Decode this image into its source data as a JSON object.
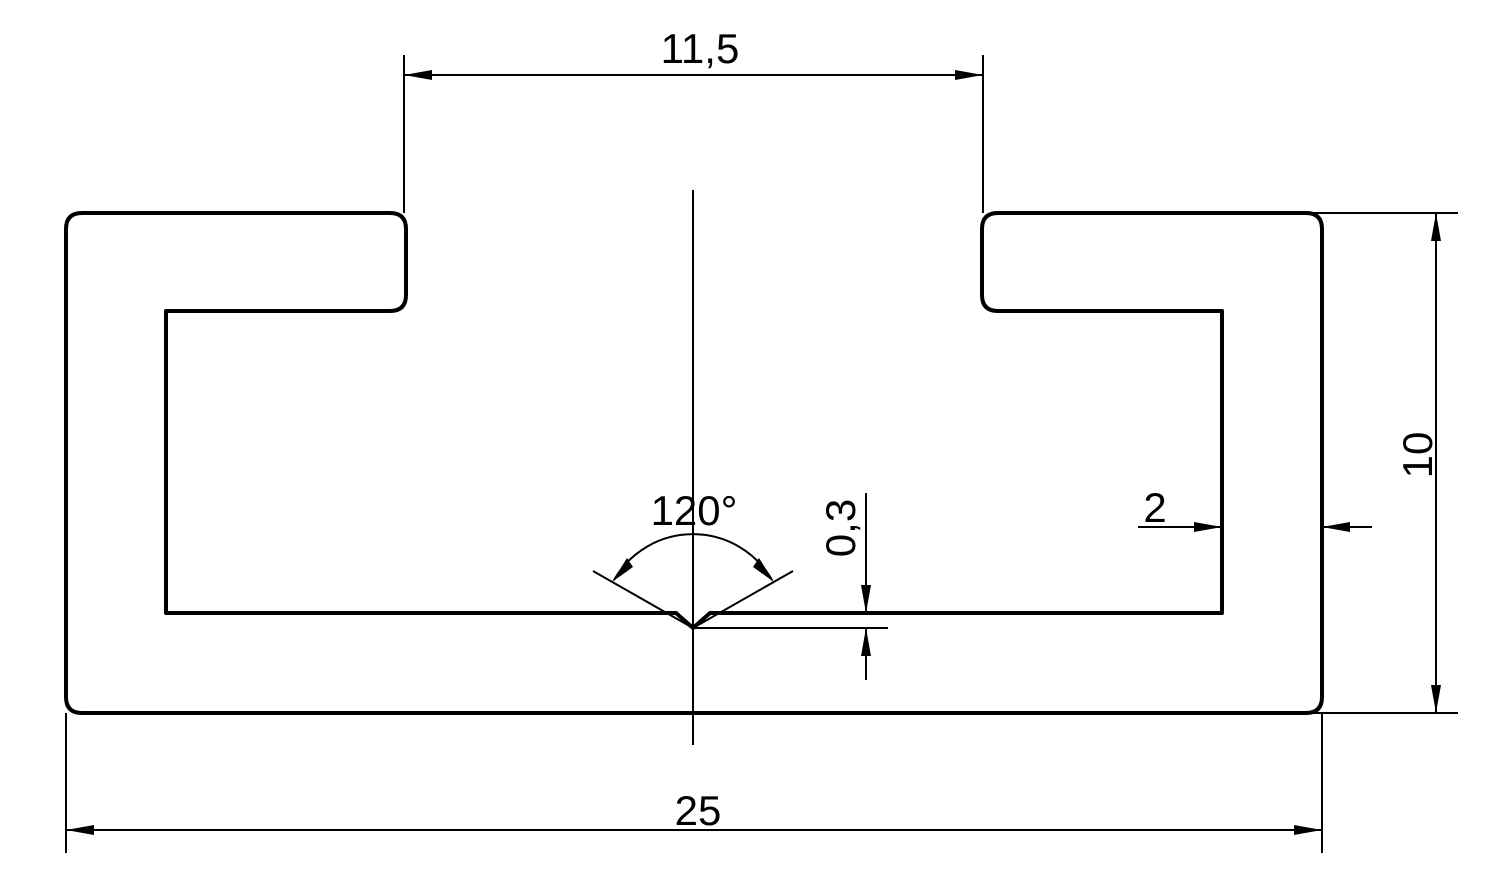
{
  "drawing": {
    "dimensions": {
      "slot_width": "11,5",
      "overall_width": "25",
      "height": "10",
      "wall_thickness": "2",
      "groove_depth": "0,3",
      "groove_angle": "120°"
    },
    "colors": {
      "line": "#000000",
      "background": "#ffffff"
    }
  }
}
